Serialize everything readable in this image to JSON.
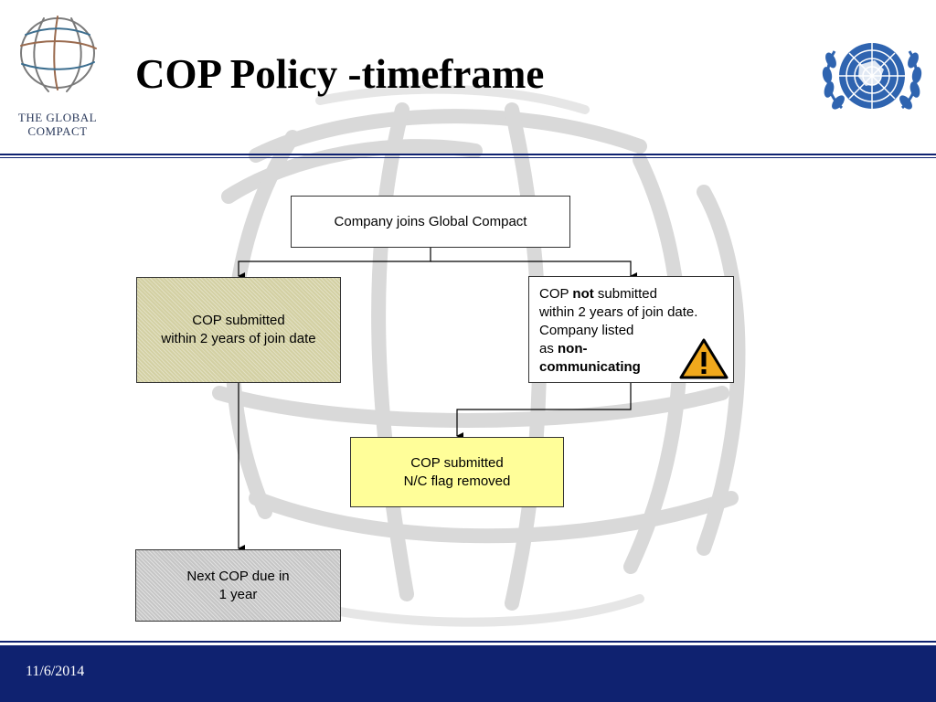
{
  "header": {
    "title": "COP Policy -timeframe",
    "logo_line1": "THE GLOBAL",
    "logo_line2": "COMPACT"
  },
  "flow": {
    "join": "Company  joins Global Compact",
    "submitted_in_time": {
      "line1": "COP submitted",
      "line2": "within 2 years of join date"
    },
    "not_submitted": {
      "p1_pre": "COP ",
      "p1_bold": "not",
      "p1_post": " submitted",
      "line2": "within 2 years of join date.",
      "line3": "Company listed",
      "line4_pre": "as ",
      "line4_bold": "non-",
      "line5_bold": "communicating"
    },
    "flag_removed": {
      "line1": "COP submitted",
      "line2": "N/C flag removed"
    },
    "next_cop": {
      "line1": "Next COP due in",
      "line2": "1 year"
    }
  },
  "footer": {
    "date": "11/6/2014"
  },
  "colors": {
    "navy": "#0f2270",
    "olive_box": "#d3d0a3",
    "yellow_box": "#fffe99",
    "gray_box": "#c6c6c6",
    "warning": "#f0a81c"
  }
}
